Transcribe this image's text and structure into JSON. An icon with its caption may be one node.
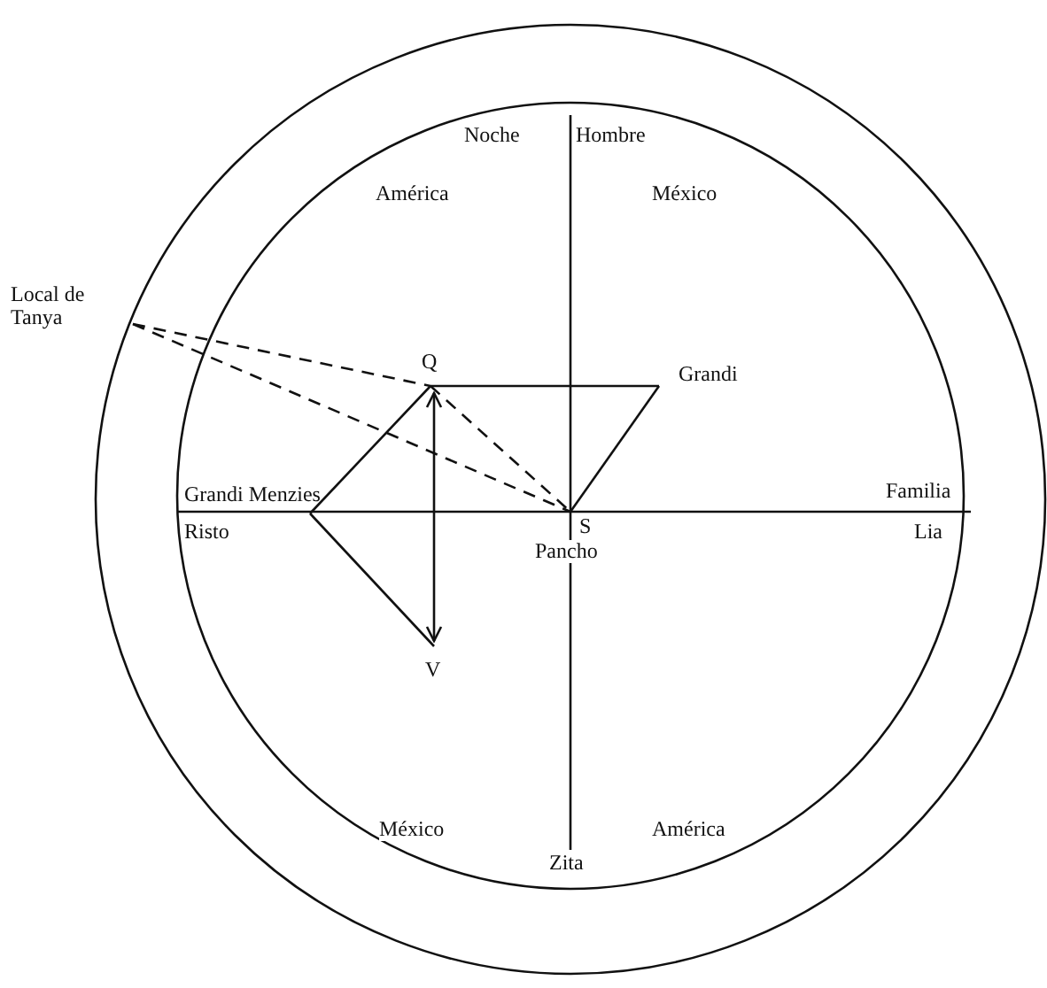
{
  "diagram": {
    "nodes": [
      {
        "text": [
          "Local de Tanya"
        ]
      },
      {
        "text": [
          "Q"
        ]
      },
      {
        "text": [
          "Grandi"
        ]
      },
      {
        "text": [
          "Grandi Menzies"
        ]
      },
      {
        "text": [
          "S"
        ]
      },
      {
        "text": [
          "V"
        ]
      }
    ],
    "edges": [
      {
        "from": 0,
        "to": 1,
        "arrow": "none",
        "style": "dashed"
      },
      {
        "from": 0,
        "to": 4,
        "arrow": "none",
        "style": "dashed"
      },
      {
        "from": 1,
        "to": 4,
        "arrow": "none",
        "style": "dashed"
      },
      {
        "from": 1,
        "to": 2,
        "arrow": "none"
      },
      {
        "from": 2,
        "to": 4,
        "arrow": "none"
      },
      {
        "from": 3,
        "to": 1,
        "arrow": "none"
      },
      {
        "from": 3,
        "to": 5,
        "arrow": "none"
      },
      {
        "from": 1,
        "to": 5,
        "arrow": "both"
      }
    ],
    "labels": [
      "Noche",
      "Hombre",
      "América",
      "México",
      "Familia",
      "Risto",
      "Pancho",
      "Lia",
      "México",
      "América",
      "Zita"
    ]
  }
}
